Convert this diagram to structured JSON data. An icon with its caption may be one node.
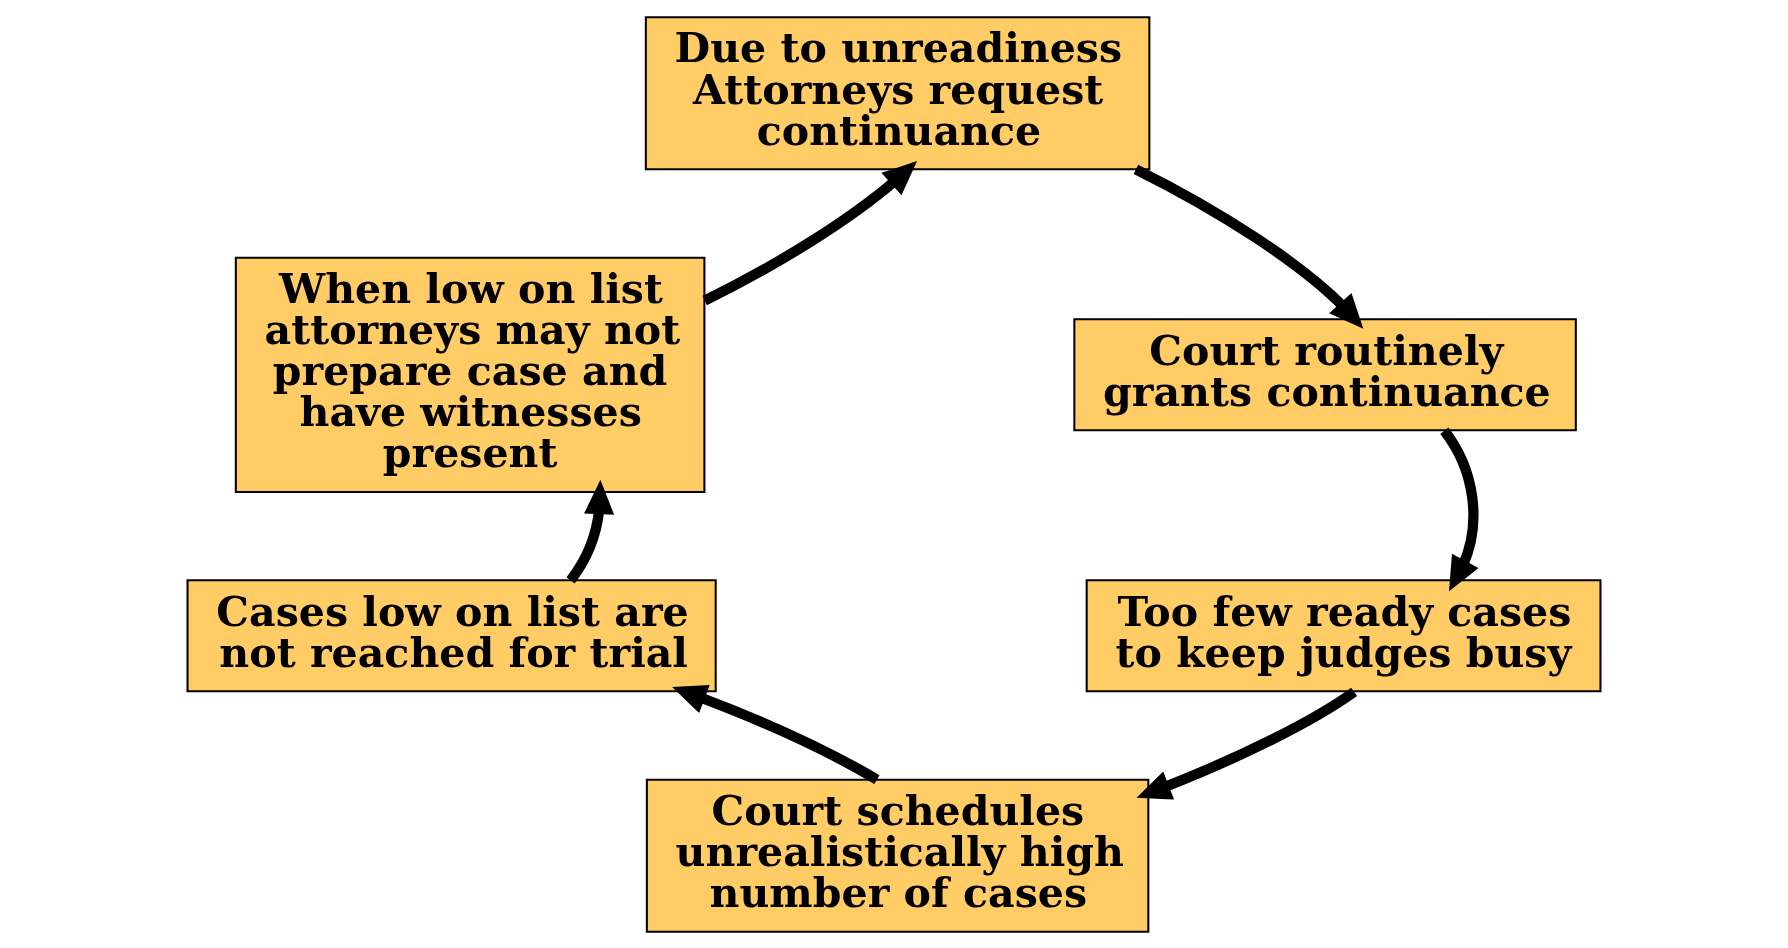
{
  "diagram": {
    "nodes": [
      {
        "text": [
          "Due to unreadiness Attorneys request continuance"
        ]
      },
      {
        "text": [
          "Court routinely grants continuance"
        ]
      },
      {
        "text": [
          "Too few ready cases to keep judges busy"
        ]
      },
      {
        "text": [
          "Court schedules unrealistically high number of cases"
        ]
      },
      {
        "text": [
          "Cases low on list are not reached for trial"
        ]
      },
      {
        "text": [
          "When low on list attorneys may not prepare case and have witnesses present"
        ]
      }
    ],
    "edges": [
      {
        "from": 0,
        "to": 1,
        "arrow": "to"
      },
      {
        "from": 1,
        "to": 2,
        "arrow": "to"
      },
      {
        "from": 2,
        "to": 3,
        "arrow": "to"
      },
      {
        "from": 3,
        "to": 4,
        "arrow": "to"
      },
      {
        "from": 4,
        "to": 5,
        "arrow": "to"
      },
      {
        "from": 5,
        "to": 0,
        "arrow": "to"
      }
    ]
  }
}
